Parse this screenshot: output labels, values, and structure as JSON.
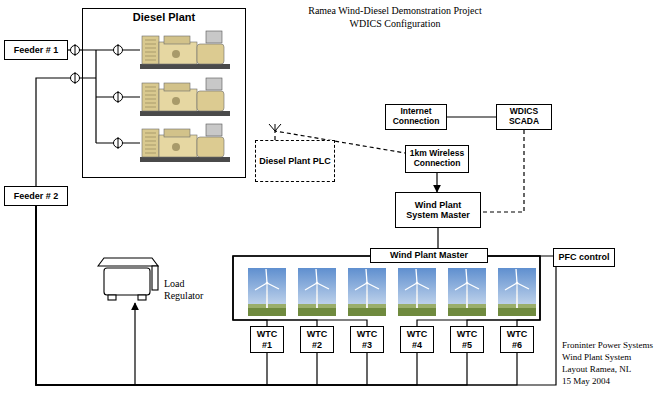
{
  "diagram": {
    "title": "Ramea Wind-Diesel Demonstration Project WDICS Configuration",
    "nodes": [
      {
        "text": [
          "Feeder # 1"
        ]
      },
      {
        "text": [
          "Diesel Plant"
        ]
      },
      {
        "text": [
          "Feeder # 2"
        ]
      },
      {
        "text": [
          "Internet Connection"
        ]
      },
      {
        "text": [
          "WDICS SCADA"
        ]
      },
      {
        "text": [
          "Diesel Plant PLC"
        ]
      },
      {
        "text": [
          "1km Wireless Connection"
        ]
      },
      {
        "text": [
          "Wind Plant System Master"
        ]
      },
      {
        "text": [
          "Wind Plant Master"
        ]
      },
      {
        "text": [
          "PFC control"
        ]
      },
      {
        "text": [
          "WTC #1"
        ]
      },
      {
        "text": [
          "WTC #2"
        ]
      },
      {
        "text": [
          "WTC #3"
        ]
      },
      {
        "text": [
          "WTC #4"
        ]
      },
      {
        "text": [
          "WTC #5"
        ]
      },
      {
        "text": [
          "WTC #6"
        ]
      }
    ],
    "edges": [
      {
        "from": 0,
        "to": 1,
        "arrow": "none"
      },
      {
        "from": 2,
        "to": 1,
        "arrow": "none"
      },
      {
        "from": 3,
        "to": 4,
        "arrow": "none"
      },
      {
        "from": 5,
        "to": 6,
        "arrow": "none"
      },
      {
        "from": 6,
        "to": 7,
        "arrow": "to"
      },
      {
        "from": 4,
        "to": 7,
        "arrow": "none"
      },
      {
        "from": 7,
        "to": 8,
        "arrow": "none"
      },
      {
        "from": 8,
        "to": 9,
        "arrow": "none"
      },
      {
        "from": 8,
        "to": 10,
        "arrow": "none"
      },
      {
        "from": 8,
        "to": 11,
        "arrow": "none"
      },
      {
        "from": 8,
        "to": 12,
        "arrow": "none"
      },
      {
        "from": 8,
        "to": 13,
        "arrow": "none"
      },
      {
        "from": 8,
        "to": 14,
        "arrow": "none"
      },
      {
        "from": 8,
        "to": 15,
        "arrow": "none"
      },
      {
        "from": 9,
        "to": 2,
        "arrow": "none"
      },
      {
        "from": 10,
        "to": 2,
        "arrow": "none"
      },
      {
        "from": 11,
        "to": 2,
        "arrow": "none"
      },
      {
        "from": 12,
        "to": 2,
        "arrow": "none"
      },
      {
        "from": 13,
        "to": 2,
        "arrow": "none"
      },
      {
        "from": 14,
        "to": 2,
        "arrow": "none"
      },
      {
        "from": 15,
        "to": 2,
        "arrow": "none"
      }
    ],
    "labels": [
      "Load Regulator",
      "Froninter Power Systems",
      "Wind Plant System",
      "Layout Ramea, NL",
      "15 May 2004"
    ]
  }
}
